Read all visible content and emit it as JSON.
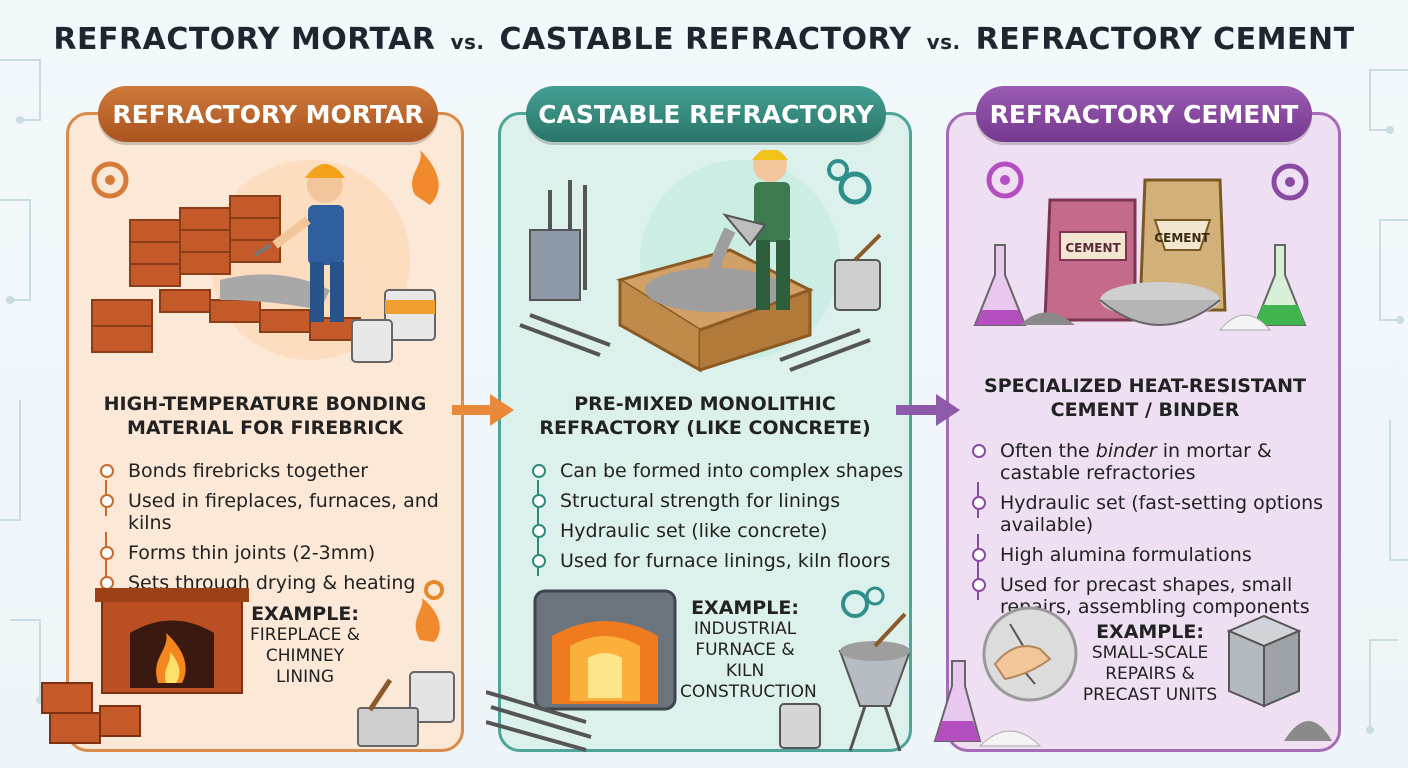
{
  "title": {
    "part1": "REFRACTORY MORTAR",
    "vs1": "vs.",
    "part2": "CASTABLE REFRACTORY",
    "vs2": "vs.",
    "part3": "REFRACTORY CEMENT"
  },
  "colors": {
    "mortar": "#c96a2a",
    "castable": "#2e8a7c",
    "cement": "#8a4aa3"
  },
  "panels": [
    {
      "banner": "REFRACTORY MORTAR",
      "desc_line1": "HIGH-TEMPERATURE BONDING",
      "desc_line2": "MATERIAL FOR FIREBRICK",
      "bullets": [
        "Bonds firebricks together",
        "Used in fireplaces, furnaces, and kilns",
        "Forms thin joints (2-3mm)",
        "Sets through drying & heating"
      ],
      "example_label": "EXAMPLE:",
      "example_line1": "FIREPLACE &",
      "example_line2": "CHIMNEY LINING"
    },
    {
      "banner": "CASTABLE REFRACTORY",
      "desc_line1": "PRE-MIXED MONOLITHIC",
      "desc_line2": "REFRACTORY (LIKE CONCRETE)",
      "bullets": [
        "Can be formed into complex shapes",
        "Structural strength for linings",
        "Hydraulic set (like concrete)",
        "Used for furnace linings, kiln floors"
      ],
      "example_label": "EXAMPLE:",
      "example_line1": "INDUSTRIAL",
      "example_line2": "FURNACE & KILN",
      "example_line3": "CONSTRUCTION"
    },
    {
      "banner": "REFRACTORY CEMENT",
      "desc_line1": "SPECIALIZED HEAT-RESISTANT",
      "desc_line2": "CEMENT / BINDER",
      "bullets": [
        {
          "a": "Often the ",
          "em": "binder",
          "b": " in mortar &",
          "c": "castable refractories"
        },
        {
          "a": "Hydraulic set (fast-setting options",
          "c": "available)"
        },
        {
          "a": "High alumina formulations"
        },
        {
          "a": "Used for precast shapes, small",
          "c": "repairs, assembling components"
        }
      ],
      "example_label": "EXAMPLE:",
      "example_line1": "SMALL-SCALE",
      "example_line2": "REPAIRS &",
      "example_line3": "PRECAST UNITS"
    }
  ],
  "icons": {
    "bag_label": "CEMENT"
  }
}
